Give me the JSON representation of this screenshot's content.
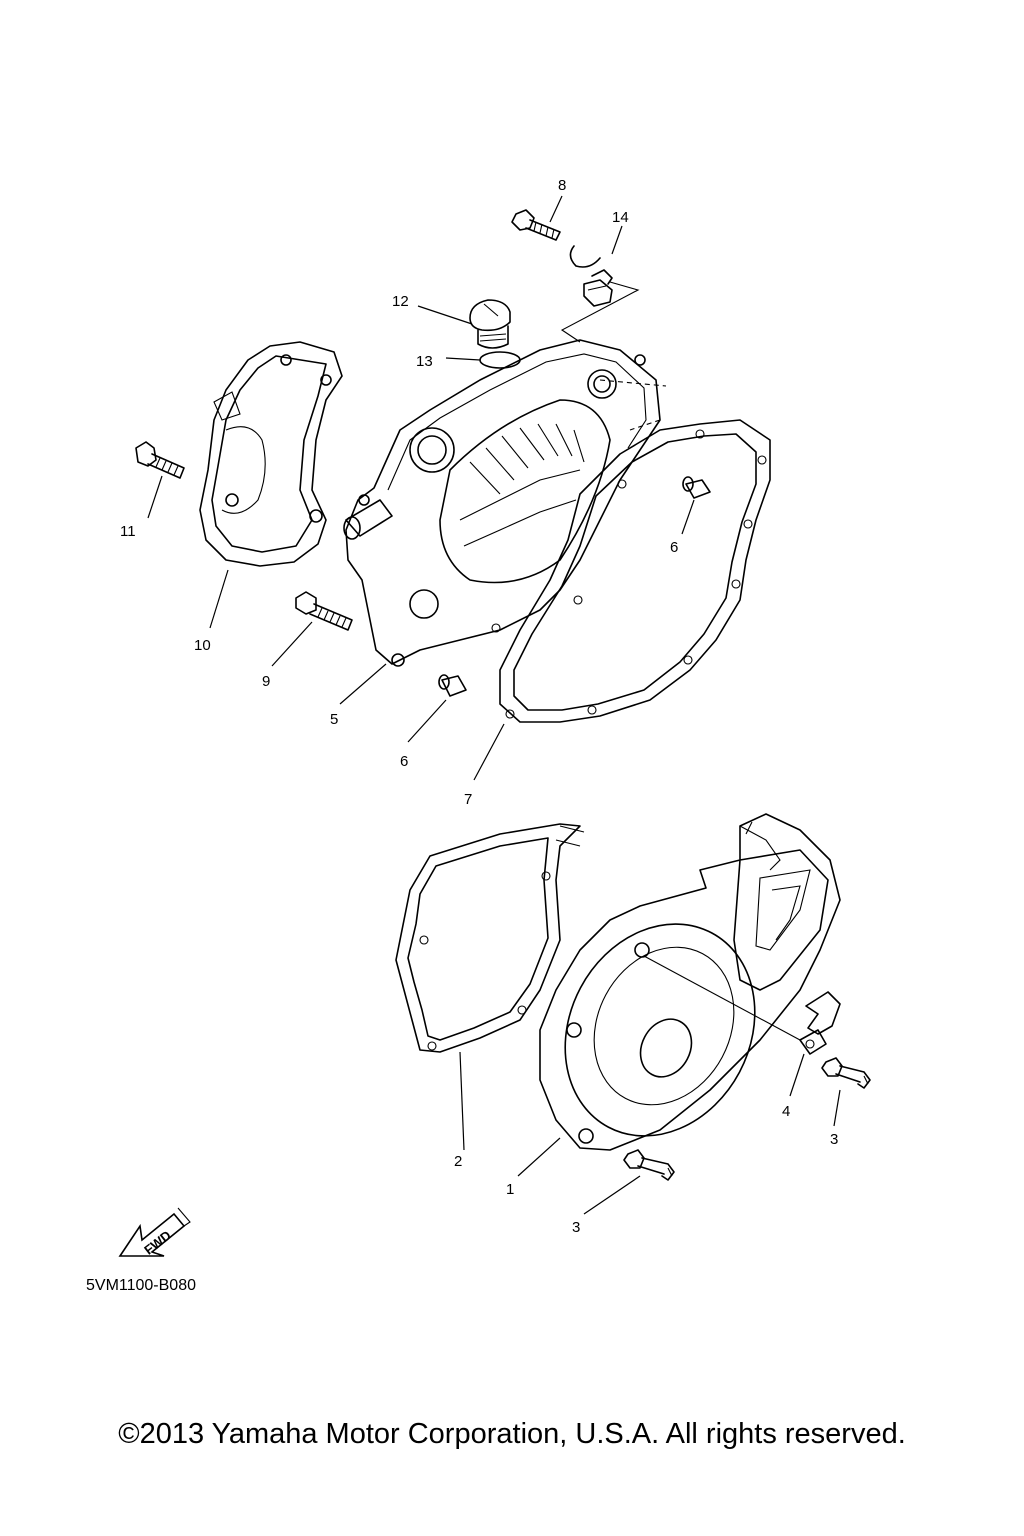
{
  "diagram": {
    "part_labels": [
      {
        "id": "p8",
        "text": "8"
      },
      {
        "id": "p14",
        "text": "14"
      },
      {
        "id": "p12",
        "text": "12"
      },
      {
        "id": "p13",
        "text": "13"
      },
      {
        "id": "p11",
        "text": "11"
      },
      {
        "id": "p10",
        "text": "10"
      },
      {
        "id": "p9",
        "text": "9"
      },
      {
        "id": "p5",
        "text": "5"
      },
      {
        "id": "p6a",
        "text": "6"
      },
      {
        "id": "p6b",
        "text": "6"
      },
      {
        "id": "p7",
        "text": "7"
      },
      {
        "id": "p4",
        "text": "4"
      },
      {
        "id": "p3a",
        "text": "3"
      },
      {
        "id": "p3b",
        "text": "3"
      },
      {
        "id": "p2",
        "text": "2"
      },
      {
        "id": "p1",
        "text": "1"
      }
    ],
    "fwd_arrow_text": "FWD",
    "diagram_code": "5VM1100-B080"
  },
  "footer": {
    "copyright": "©2013 Yamaha Motor Corporation, U.S.A. All rights reserved."
  }
}
